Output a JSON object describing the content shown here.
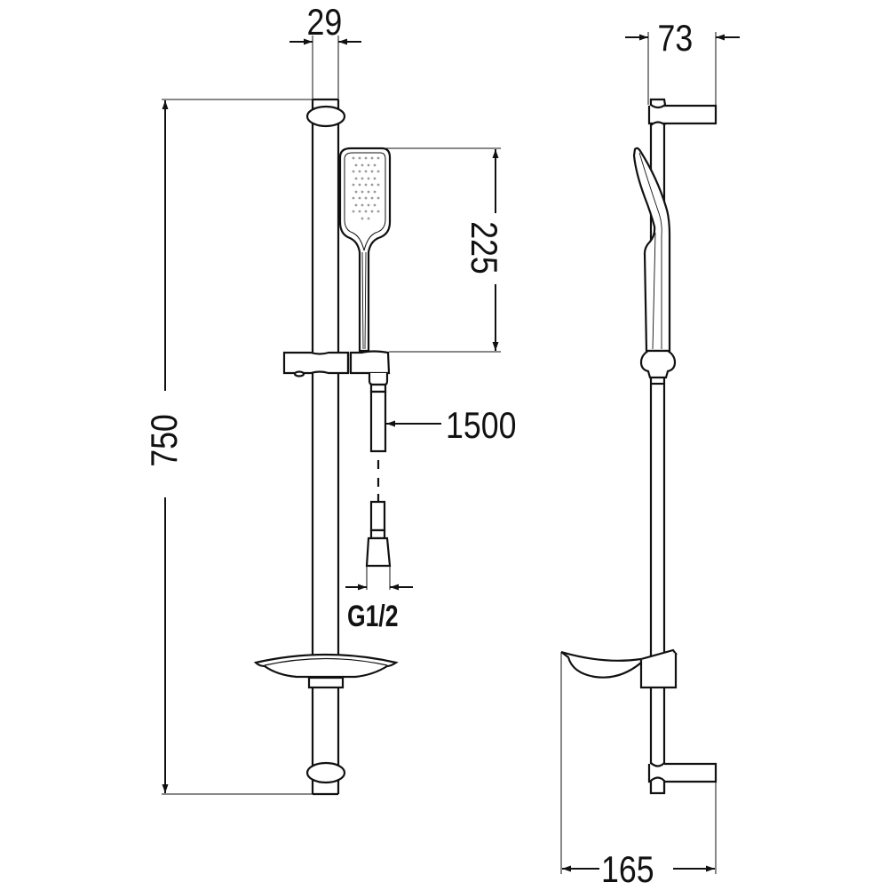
{
  "drawing": {
    "title": "Shower rail set technical drawing",
    "views": [
      "front-view",
      "side-view"
    ],
    "stroke_color": "#111111",
    "background": "#ffffff"
  },
  "dimensions": {
    "rail_diameter": "29",
    "wall_offset": "73",
    "hand_shower_length": "225",
    "rail_length": "750",
    "hose_length": "1500",
    "hose_thread": "G1/2",
    "soap_dish_depth": "165"
  },
  "components": [
    {
      "name": "slide rail",
      "view": "front"
    },
    {
      "name": "top wall bracket",
      "view": "front"
    },
    {
      "name": "bottom wall bracket",
      "view": "front"
    },
    {
      "name": "hand shower head",
      "view": "front"
    },
    {
      "name": "sliding holder",
      "view": "front"
    },
    {
      "name": "shower hose",
      "view": "front"
    },
    {
      "name": "hose connector",
      "view": "front"
    },
    {
      "name": "soap dish",
      "view": "front"
    },
    {
      "name": "slide rail",
      "view": "side"
    },
    {
      "name": "hand shower profile",
      "view": "side"
    },
    {
      "name": "soap dish profile",
      "view": "side"
    }
  ]
}
